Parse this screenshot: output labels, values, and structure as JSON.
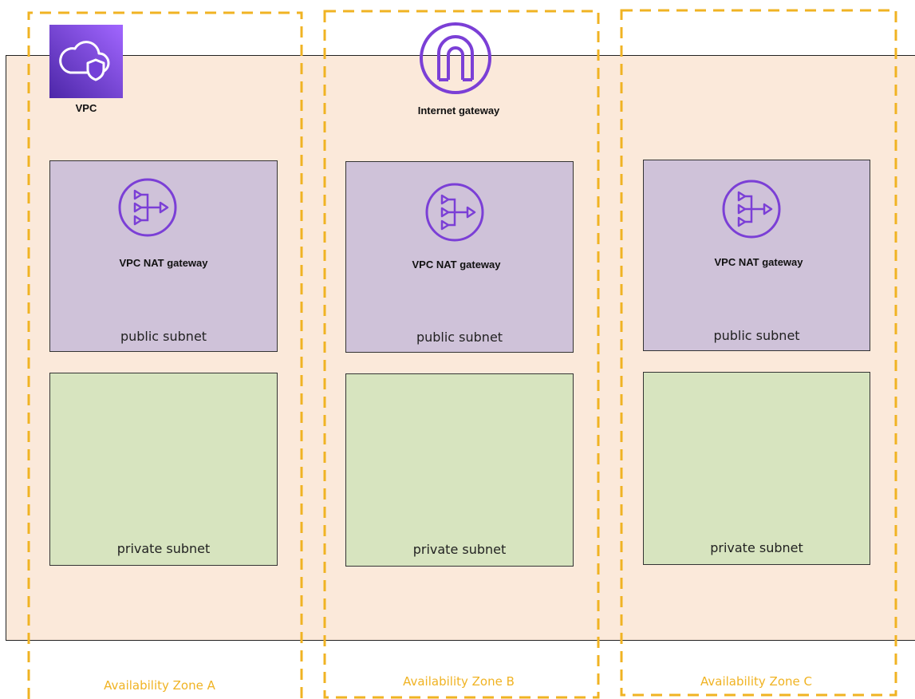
{
  "colors": {
    "vpc_background": "#fbe9da",
    "public_subnet": "#cfc2d9",
    "private_subnet": "#d7e4bf",
    "az_border": "#f0b323",
    "icon_purple": "#7b3fd6"
  },
  "vpc": {
    "label": "VPC",
    "icon": "vpc-cloud-shield-icon"
  },
  "internet_gateway": {
    "label": "Internet gateway",
    "icon": "internet-gateway-icon"
  },
  "zones": [
    {
      "label": "Availability Zone A",
      "nat_label": "VPC NAT gateway",
      "public_label": "public subnet",
      "private_label": "private subnet"
    },
    {
      "label": "Availability Zone B",
      "nat_label": "VPC NAT gateway",
      "public_label": "public subnet",
      "private_label": "private subnet"
    },
    {
      "label": "Availability Zone C",
      "nat_label": "VPC NAT gateway",
      "public_label": "public subnet",
      "private_label": "private subnet"
    }
  ]
}
